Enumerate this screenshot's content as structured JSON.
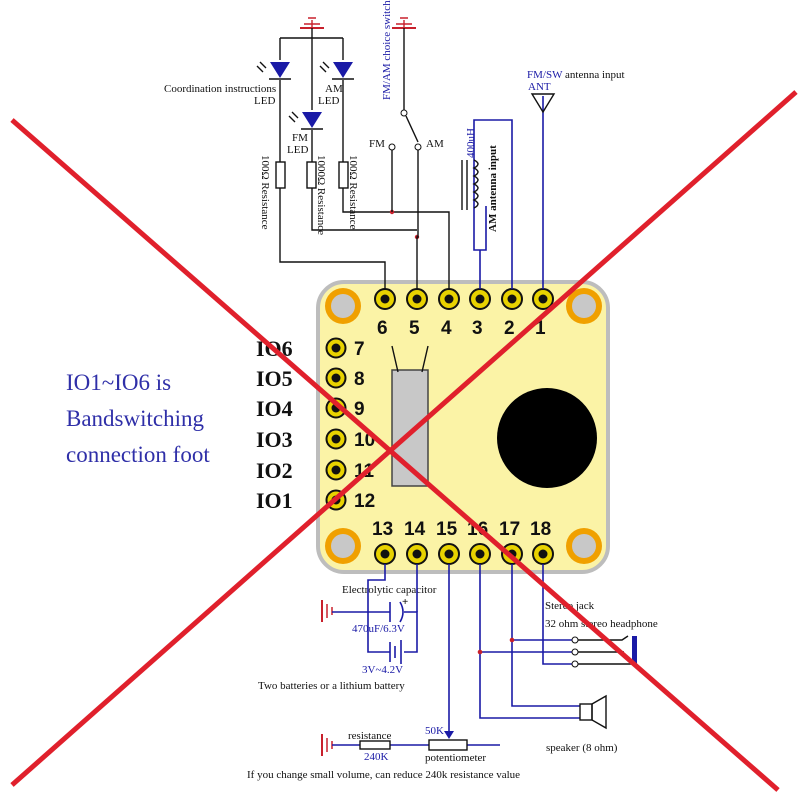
{
  "colors": {
    "wire": "#1a1aa6",
    "board": "#fbf3a6",
    "board_edge": "#bdbdbd",
    "pad": "#f0a000",
    "cross": "#e0202c",
    "led": "#1a1aa6"
  },
  "labels": {
    "coord_led_line1": "Coordination instructions",
    "coord_led_line2": "LED",
    "fm_led_line1": "FM",
    "fm_led_line2": "LED",
    "am_led_line1": "AM",
    "am_led_line2": "LED",
    "res1": "100Ω Resistance",
    "res2": "1000Ω Resistance",
    "res3": "100Ω Resistance",
    "choice_switch": "FM/AM choice switch",
    "switch_fm": "FM",
    "switch_am": "AM",
    "inductor_value": "400uH",
    "am_antenna": "AM antenna input",
    "fmsw_prefix": "FM/SW",
    "fmsw_suffix": "antenna input",
    "ant": "ANT",
    "electrolytic": "Electrolytic capacitor",
    "cap_value": "470uF/6.3V",
    "battery_value": "3V~4.2V",
    "batteries": "Two batteries or a lithium battery",
    "stereo_jack": "Stereo jack",
    "headphone": "32 ohm stereo headphone",
    "speaker": "speaker (8 ohm)",
    "resistance": "resistance",
    "res_value": "240K",
    "pot_value": "50K",
    "potentiometer": "potentiometer",
    "volume_note": "If you change small volume, can reduce 240k resistance value",
    "plus_sign": "+"
  },
  "note": {
    "line1": "IO1~IO6 is",
    "line2": "Bandswitching",
    "line3": "connection foot"
  },
  "top_pins": [
    "6",
    "5",
    "4",
    "3",
    "2",
    "1"
  ],
  "bottom_pins": [
    "13",
    "14",
    "15",
    "16",
    "17",
    "18"
  ],
  "left_pins": [
    {
      "io": "IO6",
      "num": "7"
    },
    {
      "io": "IO5",
      "num": "8"
    },
    {
      "io": "IO4",
      "num": "9"
    },
    {
      "io": "IO3",
      "num": "10"
    },
    {
      "io": "IO2",
      "num": "11"
    },
    {
      "io": "IO1",
      "num": "12"
    }
  ]
}
